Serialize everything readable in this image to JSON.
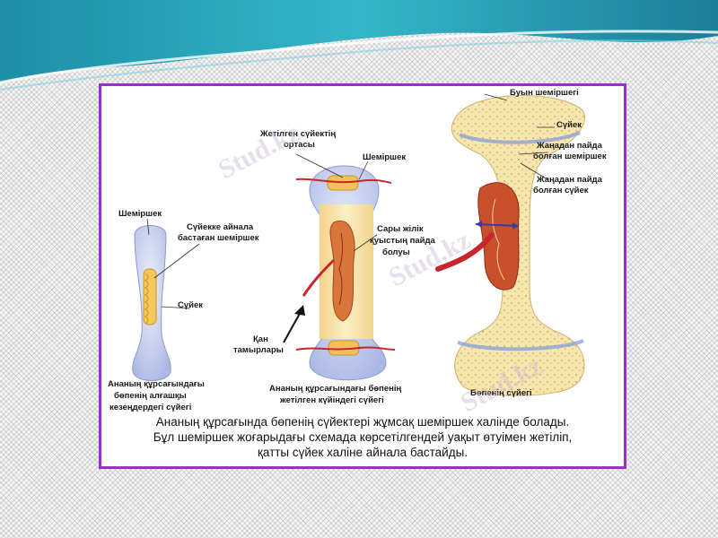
{
  "labels": {
    "b1_cartilage": "Шеміршек",
    "b1_turning": [
      "Сүйекке айнала",
      "бастаған шеміршек"
    ],
    "b1_bone": "Сүйек",
    "b1_caption": [
      "Ананың құрсағындағы",
      "бөпенің алғашқы",
      "кезеңдердегі сүйегі"
    ],
    "b2_center": [
      "Жетілген сүйектің",
      "ортасы"
    ],
    "b2_cartilage": "Шеміршек",
    "b2_marrow": [
      "Сары жілік",
      "қуыстың пайда",
      "болуы"
    ],
    "b2_vessels": [
      "Қан",
      "тамырлары"
    ],
    "b2_caption": [
      "Ананың құрсағындағы бөпенің",
      "жетілген күйіндегі сүйегі"
    ],
    "b3_joint": "Буын шеміршегі",
    "b3_bone": "Сүйек",
    "b3_new_cartilage": [
      "Жаңадан пайда",
      "болған шеміршек"
    ],
    "b3_new_bone": [
      "Жаңадан пайда",
      "болған сүйек"
    ],
    "b3_caption": "Бөпенің сүйегі"
  },
  "caption": [
    "Ананың құрсағында бөпенің сүйектері жұмсақ шеміршек халінде болады.",
    "Бұл шеміршек жоғарыдағы схемада көрсетілгендей уақыт өтуімен жетіліп,",
    "қатты сүйек халіне айнала бастайды."
  ],
  "watermark": "Stud.kz",
  "colors": {
    "frame": "#9b30c8",
    "cartilage": "#bcc8ec",
    "bone": "#f6dc9a",
    "vessel": "#c8262a",
    "marrow": "#d9723a",
    "wave": "#1e9bb0"
  }
}
